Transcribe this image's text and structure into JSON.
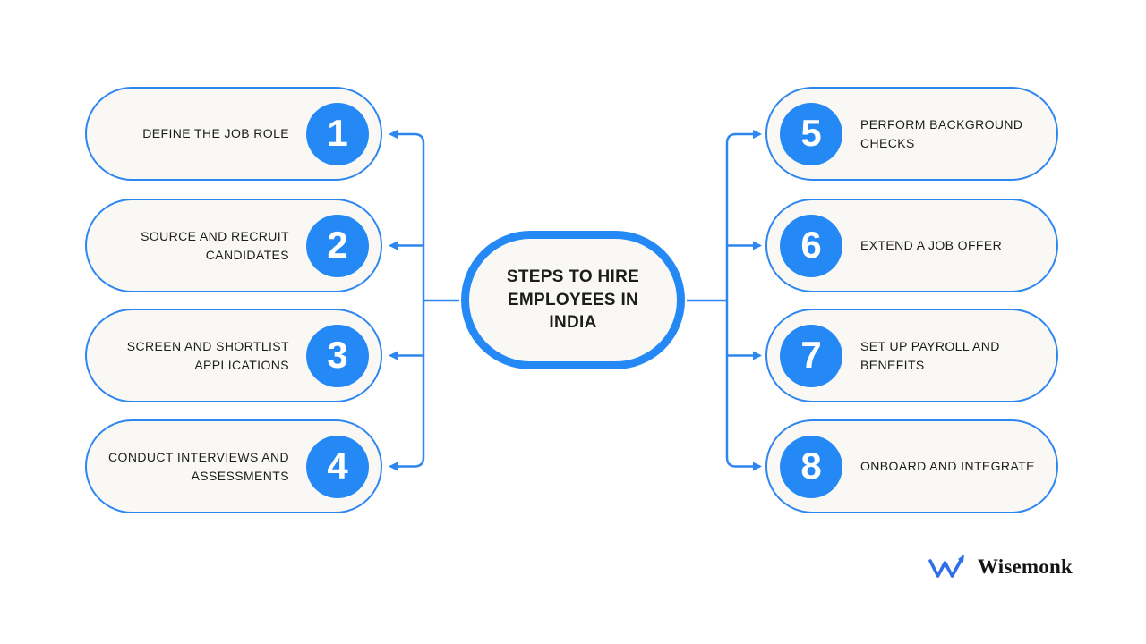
{
  "center_node": {
    "title": "STEPS TO HIRE EMPLOYEES IN INDIA"
  },
  "steps": [
    {
      "number": "1",
      "label": "DEFINE THE JOB ROLE"
    },
    {
      "number": "2",
      "label": "SOURCE AND RECRUIT CANDIDATES"
    },
    {
      "number": "3",
      "label": "SCREEN AND SHORTLIST APPLICATIONS"
    },
    {
      "number": "4",
      "label": "CONDUCT INTERVIEWS AND ASSESSMENTS"
    },
    {
      "number": "5",
      "label": "PERFORM BACKGROUND CHECKS"
    },
    {
      "number": "6",
      "label": "EXTEND A JOB OFFER"
    },
    {
      "number": "7",
      "label": "SET UP PAYROLL AND BENEFITS"
    },
    {
      "number": "8",
      "label": "ONBOARD AND INTEGRATE"
    }
  ],
  "branding": {
    "wordmark": "Wisemonk"
  },
  "colors": {
    "accent": "#2489f5",
    "line": "#2e86f0",
    "pill-bg": "#f9f8f4",
    "text": "#1c1c1c",
    "logo-blue": "#2e6fe8",
    "wordmark": "#141414"
  }
}
